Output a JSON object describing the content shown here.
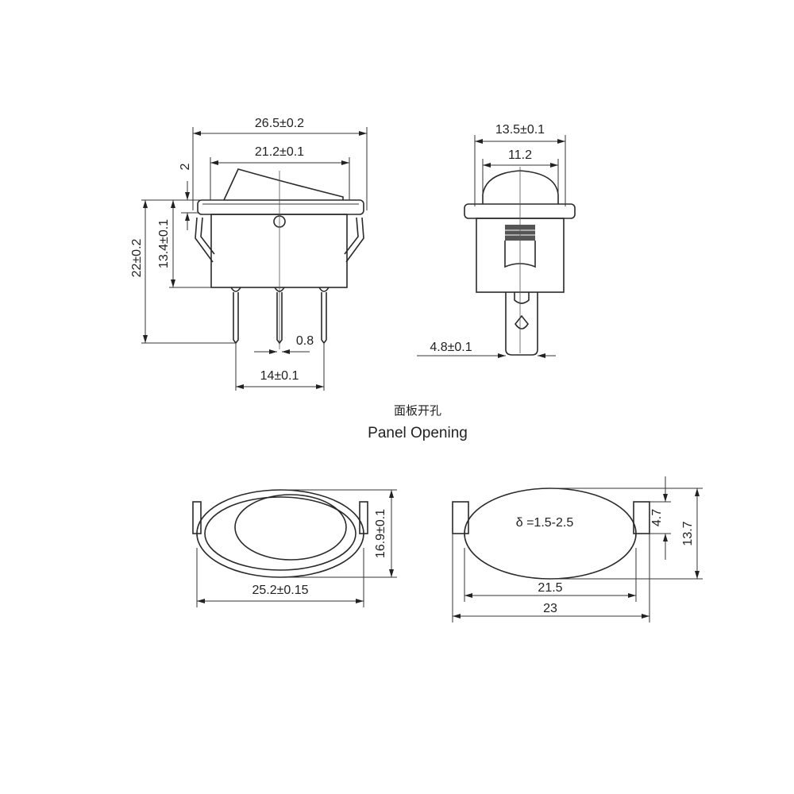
{
  "front_view": {
    "overall_width": "26.5±0.2",
    "rocker_width": "21.2±0.1",
    "rocker_height": "2",
    "total_height": "22±0.2",
    "body_height": "13.4±0.1",
    "pin_thickness": "0.8",
    "pin_spacing": "14±0.1"
  },
  "side_view": {
    "flange_width": "13.5±0.1",
    "dome_width": "11.2",
    "tab_width": "4.8±0.1"
  },
  "panel_opening": {
    "title_cn": "面板开孔",
    "title_en": "Panel Opening"
  },
  "bezel_view": {
    "height": "16.9±0.1",
    "width": "25.2±0.15"
  },
  "cutout_view": {
    "thickness": "δ =1.5-2.5",
    "notch_height": "4.7",
    "height": "13.7",
    "inner_width": "21.5",
    "width": "23"
  }
}
